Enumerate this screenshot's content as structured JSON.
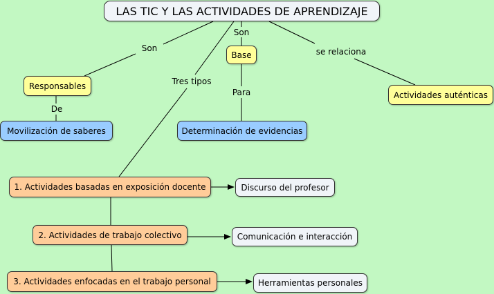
{
  "colors": {
    "background": "#c2f8c2",
    "yellow_node": "#ffff99",
    "blue_node": "#99ccff",
    "orange_node": "#ffcc99",
    "white_node": "#f0f4f8",
    "title_node": "#f0f4f8"
  },
  "nodes": {
    "title": "LAS TIC Y LAS ACTIVIDADES DE APRENDIZAJE",
    "responsables": "Responsables",
    "movilizacion": "Movilización de saberes",
    "base": "Base",
    "determinacion": "Determinación de evidencias",
    "autenticas": "Actividades auténticas",
    "act1": "1. Actividades basadas en exposición docente",
    "act2": "2. Actividades de trabajo colectivo",
    "act3": "3. Actividades enfocadas en el trabajo personal",
    "discurso": "Discurso del profesor",
    "comunicacion": "Comunicación e interacción",
    "herramientas": "Herramientas personales"
  },
  "links": {
    "son_left": "Son",
    "de": "De",
    "son_middle": "Son",
    "para": "Para",
    "se_relaciona": "se relaciona",
    "tres_tipos": "Tres tipos"
  }
}
